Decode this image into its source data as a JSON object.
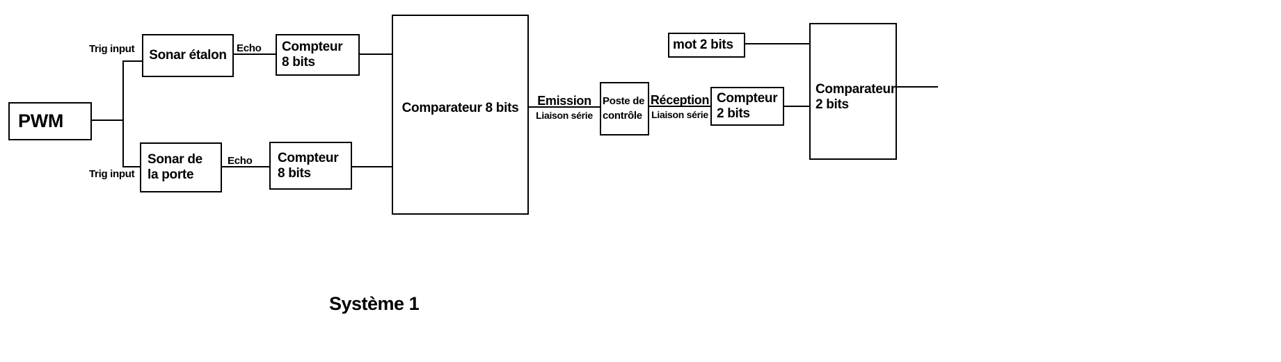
{
  "diagram": {
    "caption": "Système 1",
    "nodes": {
      "pwm": {
        "label": "PWM"
      },
      "sonar_etalon": {
        "label": "Sonar étalon"
      },
      "compteur8_top": {
        "line1": "Compteur",
        "line2": "8 bits"
      },
      "sonar_porte": {
        "line1": "Sonar de",
        "line2": "la porte"
      },
      "compteur8_bottom": {
        "line1": "Compteur",
        "line2": "8 bits"
      },
      "comparateur8": {
        "label": "Comparateur 8 bits"
      },
      "poste_controle": {
        "line1": "Poste de",
        "line2": "contrôle"
      },
      "mot2": {
        "label": "mot 2 bits"
      },
      "compteur2": {
        "line1": "Compteur",
        "line2": "2 bits"
      },
      "comparateur2": {
        "line1": "Comparateur",
        "line2": "2 bits"
      }
    },
    "labels": {
      "trig_input_top": "Trig input",
      "trig_input_bottom": "Trig input",
      "echo_top": "Echo",
      "echo_bottom": "Echo",
      "emission_title": "Emission",
      "emission_sub": "Liaison série",
      "reception_title": "Réception",
      "reception_sub": "Liaison série"
    },
    "colors": {
      "line": "#000000",
      "text": "#000000",
      "background": "#ffffff"
    }
  }
}
